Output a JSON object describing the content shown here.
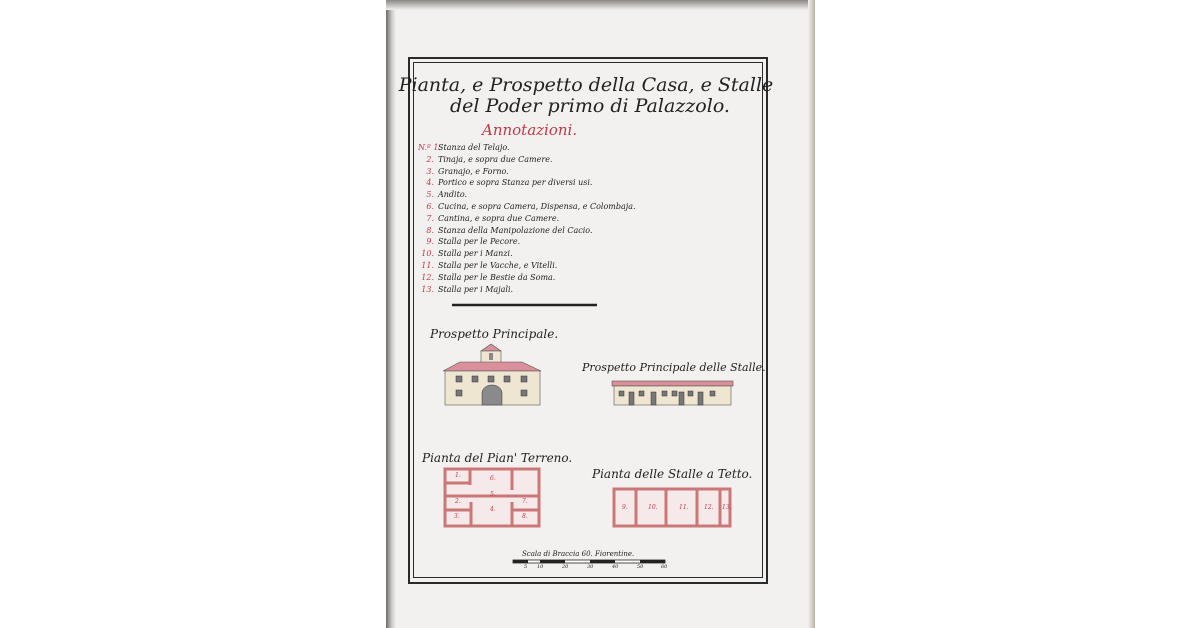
{
  "title": {
    "line1": "Pianta, e Prospetto della Casa, e Stalle",
    "line2": "del Poder primo di Palazzolo."
  },
  "annotations": {
    "heading": "Annotazioni.",
    "items": [
      {
        "num": "N.º 1.",
        "text": "Stanza del Telajo."
      },
      {
        "num": "2.",
        "text": "Tinaja, e sopra due Camere."
      },
      {
        "num": "3.",
        "text": "Granajo, e Forno."
      },
      {
        "num": "4.",
        "text": "Portico e sopra Stanza per diversi usi."
      },
      {
        "num": "5.",
        "text": "Andito."
      },
      {
        "num": "6.",
        "text": "Cucina, e sopra Camera, Dispensa, e Colombaja."
      },
      {
        "num": "7.",
        "text": "Cantina, e sopra due Camere."
      },
      {
        "num": "8.",
        "text": "Stanza della Manipolazione del Cacio."
      },
      {
        "num": "9.",
        "text": "Stalla per le Pecore."
      },
      {
        "num": "10.",
        "text": "Stalla per i Manzi."
      },
      {
        "num": "11.",
        "text": "Stalla per le Vacche, e Vitelli."
      },
      {
        "num": "12.",
        "text": "Stalla per le Bestie da Soma."
      },
      {
        "num": "13.",
        "text": "Stalla per i Majali."
      }
    ]
  },
  "drawings": {
    "house_elevation": "Prospetto Principale.",
    "stable_elevation": "Prospetto Principale delle Stalle.",
    "house_plan": "Pianta del Pian' Terreno.",
    "stable_plan": "Pianta delle Stalle a Tetto.",
    "house_plan_rooms": [
      "1.",
      "2.",
      "3.",
      "4.",
      "5.",
      "6.",
      "7.",
      "8."
    ],
    "stable_plan_rooms": [
      "9.",
      "10.",
      "11.",
      "12.",
      "13."
    ]
  },
  "scale": {
    "label": "Scala di Braccia 60. Fiorentine.",
    "ticks": [
      "5",
      "10",
      "20",
      "30",
      "40",
      "50",
      "60"
    ]
  },
  "colors": {
    "ink": "#222222",
    "red_ink": "#c0394a",
    "wall_pink": "#e0a0a8",
    "facade": "#efe6d2"
  }
}
